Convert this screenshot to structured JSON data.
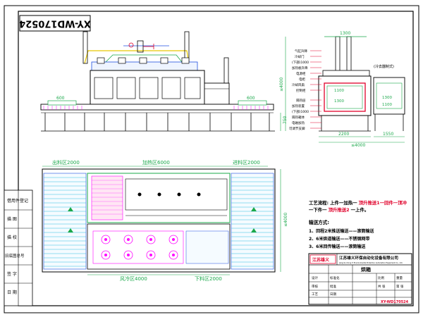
{
  "drawing_no_top": "XY-WD170524",
  "side_view": {
    "dim_left_600": "600",
    "dim_right_600": "600",
    "dim_height_750": "750"
  },
  "end_view": {
    "dim_top_1300": "1300",
    "callouts": [
      "气缸升降",
      "冷却门",
      "(下部)1000",
      "加热板升降",
      "电源柜",
      "电柜",
      "冷却风扇",
      "控制柜"
    ],
    "right_label": "(冷去器制式)",
    "dim_height": "≤4000",
    "dim_1100a": "1100",
    "dim_1300b": "1300",
    "dim_1300c": "1300",
    "dim_1100d": "1100",
    "left_callouts": [
      "隔热层",
      "加热装置",
      "(下部)1000",
      "隔热箱体",
      "电磁加热",
      "可调节支脚"
    ],
    "dim_bottom_2200": "2200",
    "dim_bottom_1550": "1550",
    "dim_bottom_total": "≤4000"
  },
  "plan_view": {
    "zone_out": "出料区2000",
    "zone_heat": "加热区6000",
    "zone_in": "进料区2000",
    "zone_cool": "风冷区4000",
    "zone_down": "下料区2000",
    "dim_right": "≤4000"
  },
  "process": {
    "title": "工艺流程:",
    "line1a": "上件一加热一",
    "line1b": "顶升推送1一回件一顶冲",
    "line2a": "一下件一",
    "line2b": "顶升推送2",
    "line2c": "一上件。"
  },
  "conveyor": {
    "title": "输送方式:",
    "items": [
      "1、回程2米推送输送——滚筒输送",
      "2、6米烘道输送——不锈钢网带",
      "3、6米回传输送——滚筒输送"
    ]
  },
  "left_stamp": [
    "借用件登记",
    "描 图",
    "描 校",
    "旧底图总号",
    "签 字",
    "日 期"
  ],
  "title_block": {
    "company": "江苏雄义环保自动化设备有限公司",
    "company_en": "Jiang Su Xiong Yi Environmental Protection Automation Equipment Co., Ltd.",
    "logo_text": "江苏雄义",
    "product": "烘箱",
    "drawing_no": "XY-WD170524",
    "cells": [
      "设计",
      "审核",
      "工艺",
      "标准化",
      "批准",
      "日期",
      "比例",
      "重量",
      "共 张",
      "第 张"
    ]
  },
  "colors": {
    "frame": "#000000",
    "cyan": "#00b4d8",
    "blue": "#1f4fe0",
    "red": "#e0002a",
    "magenta": "#ff00ff",
    "green": "#1aa84a",
    "yellow": "#e8c800"
  }
}
